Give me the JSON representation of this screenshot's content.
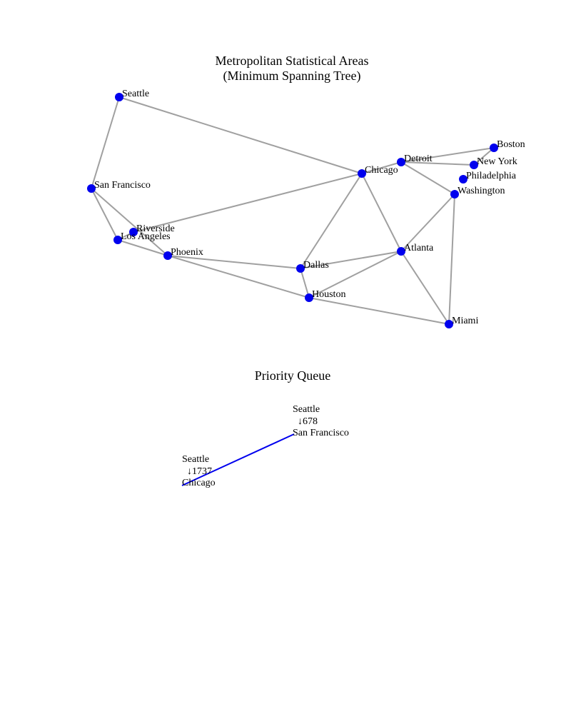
{
  "graph": {
    "title_line1": "Metropolitan Statistical Areas",
    "title_line2": "(Minimum Spanning Tree)",
    "node_color": "#0000ee",
    "edge_color": "#a0a0a0",
    "nodes": [
      {
        "id": "seattle",
        "label": "Seattle"
      },
      {
        "id": "sanfrancisco",
        "label": "San Francisco"
      },
      {
        "id": "riverside",
        "label": "Riverside"
      },
      {
        "id": "losangeles",
        "label": "Los Angeles"
      },
      {
        "id": "phoenix",
        "label": "Phoenix"
      },
      {
        "id": "dallas",
        "label": "Dallas"
      },
      {
        "id": "houston",
        "label": "Houston"
      },
      {
        "id": "chicago",
        "label": "Chicago"
      },
      {
        "id": "detroit",
        "label": "Detroit"
      },
      {
        "id": "boston",
        "label": "Boston"
      },
      {
        "id": "newyork",
        "label": "New York"
      },
      {
        "id": "philadelphia",
        "label": "Philadelphia"
      },
      {
        "id": "washington",
        "label": "Washington"
      },
      {
        "id": "atlanta",
        "label": "Atlanta"
      },
      {
        "id": "miami",
        "label": "Miami"
      }
    ],
    "edges": [
      [
        "seattle",
        "chicago"
      ],
      [
        "seattle",
        "sanfrancisco"
      ],
      [
        "sanfrancisco",
        "losangeles"
      ],
      [
        "sanfrancisco",
        "phoenix"
      ],
      [
        "losangeles",
        "riverside"
      ],
      [
        "losangeles",
        "phoenix"
      ],
      [
        "riverside",
        "chicago"
      ],
      [
        "phoenix",
        "dallas"
      ],
      [
        "phoenix",
        "houston"
      ],
      [
        "dallas",
        "houston"
      ],
      [
        "dallas",
        "chicago"
      ],
      [
        "dallas",
        "atlanta"
      ],
      [
        "houston",
        "atlanta"
      ],
      [
        "houston",
        "miami"
      ],
      [
        "chicago",
        "detroit"
      ],
      [
        "chicago",
        "atlanta"
      ],
      [
        "detroit",
        "boston"
      ],
      [
        "detroit",
        "newyork"
      ],
      [
        "detroit",
        "washington"
      ],
      [
        "boston",
        "newyork"
      ],
      [
        "washington",
        "atlanta"
      ],
      [
        "washington",
        "miami"
      ],
      [
        "atlanta",
        "miami"
      ]
    ]
  },
  "priority_queue": {
    "title": "Priority Queue",
    "line_color": "#0000ee",
    "arrow_glyph": "↓",
    "items": [
      {
        "from": "Seattle",
        "weight": "678",
        "to": "San Francisco"
      },
      {
        "from": "Seattle",
        "weight": "1737",
        "to": "Chicago"
      }
    ]
  }
}
